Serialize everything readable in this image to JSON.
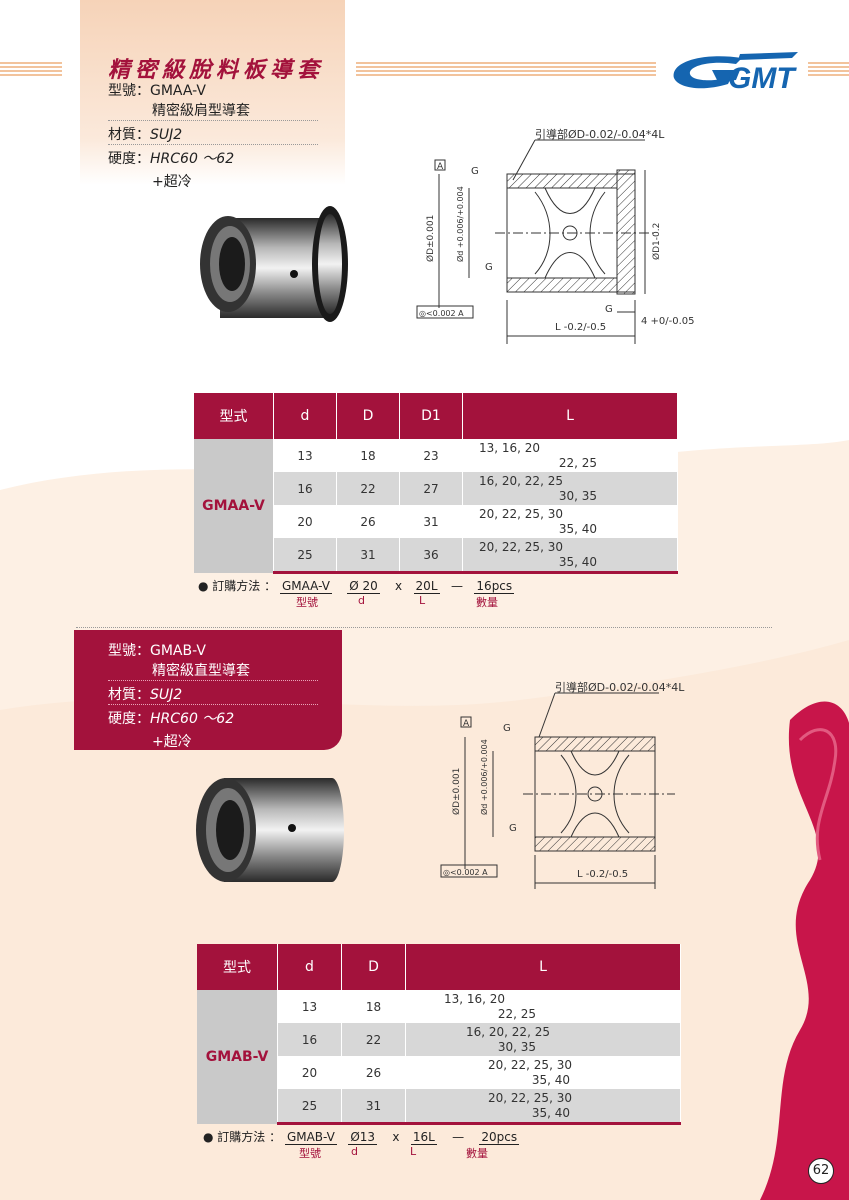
{
  "header": {
    "title": "精密級脫料板導套",
    "brand": "GMT"
  },
  "section1": {
    "model_label": "型號",
    "model_value": "GMAA-V",
    "model_name": "精密級肩型導套",
    "material_label": "材質",
    "material_value": "SUJ2",
    "hardness_label": "硬度",
    "hardness_value": "HRC60 ～62",
    "hardness_note": "+超冷",
    "drawing": {
      "lead_note": "引導部ØD-0.02/-0.04*4L",
      "datum": "A",
      "g1": "G",
      "g2": "G",
      "g3": "G",
      "d_big": "ØD±0.001",
      "d_small": "Ød +0.006/+0.004",
      "d1": "ØD1-0.2",
      "len": "L -0.2/-0.5",
      "shoulder": "4 +0/-0.05",
      "concentricity": "◎<0.002 A"
    },
    "table": {
      "headers": [
        "型式",
        "d",
        "D",
        "D1",
        "L"
      ],
      "model": "GMAA-V",
      "rows": [
        {
          "d": "13",
          "D": "18",
          "D1": "23",
          "L1": "13, 16, 20",
          "L2": "22, 25"
        },
        {
          "d": "16",
          "D": "22",
          "D1": "27",
          "L1": "16, 20, 22, 25",
          "L2": "30, 35"
        },
        {
          "d": "20",
          "D": "26",
          "D1": "31",
          "L1": "20, 22, 25, 30",
          "L2": "35, 40"
        },
        {
          "d": "25",
          "D": "31",
          "D1": "36",
          "L1": "20, 22, 25, 30",
          "L2": "35, 40"
        }
      ]
    },
    "order": {
      "label": "● 訂購方法 ：",
      "model": "GMAA-V",
      "dia": "Ø 20",
      "x": "x",
      "len": "20L",
      "dash": "—",
      "qty": "16pcs",
      "lbl_model": "型號",
      "lbl_d": "d",
      "lbl_l": "L",
      "lbl_qty": "數量"
    }
  },
  "section2": {
    "model_label": "型號",
    "model_value": "GMAB-V",
    "model_name": "精密級直型導套",
    "material_label": "材質",
    "material_value": "SUJ2",
    "hardness_label": "硬度",
    "hardness_value": "HRC60 ～62",
    "hardness_note": "+超冷",
    "drawing": {
      "lead_note": "引導部ØD-0.02/-0.04*4L",
      "datum": "A",
      "g1": "G",
      "g2": "G",
      "d_big": "ØD±0.001",
      "d_small": "Ød +0.006/+0.004",
      "len": "L -0.2/-0.5",
      "concentricity": "◎<0.002 A"
    },
    "table": {
      "headers": [
        "型式",
        "d",
        "D",
        "L"
      ],
      "model": "GMAB-V",
      "rows": [
        {
          "d": "13",
          "D": "18",
          "L1": "13, 16, 20",
          "L2": "22, 25"
        },
        {
          "d": "16",
          "D": "22",
          "L1": "16, 20, 22, 25",
          "L2": "30, 35"
        },
        {
          "d": "20",
          "D": "26",
          "L1": "20, 22, 25, 30",
          "L2": "35, 40"
        },
        {
          "d": "25",
          "D": "31",
          "L1": "20, 22, 25, 30",
          "L2": "35, 40"
        }
      ]
    },
    "order": {
      "label": "● 訂購方法 ：",
      "model": "GMAB-V",
      "dia": "Ø13",
      "x": "x",
      "len": "16L",
      "dash": "—",
      "qty": "20pcs",
      "lbl_model": "型號",
      "lbl_d": "d",
      "lbl_l": "L",
      "lbl_qty": "數量"
    }
  },
  "page_number": "62",
  "colors": {
    "brand": "#a3123c",
    "logo_blue": "#1565b0",
    "peach": "#f6d3b8"
  }
}
